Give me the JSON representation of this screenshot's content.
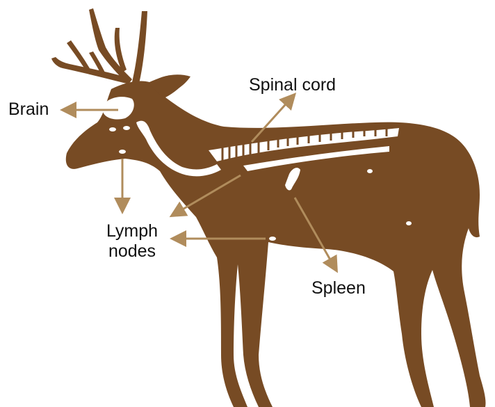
{
  "labels": {
    "brain": "Brain",
    "spinal_cord": "Spinal cord",
    "lymph_nodes_line1": "Lymph",
    "lymph_nodes_line2": "nodes",
    "spleen": "Spleen"
  },
  "colors": {
    "deer_body": "#774b24",
    "arrow": "#b08c5c",
    "organ_marks": "#ffffff",
    "background": "#ffffff",
    "text": "#111111"
  },
  "icons": [
    "deer-silhouette"
  ]
}
